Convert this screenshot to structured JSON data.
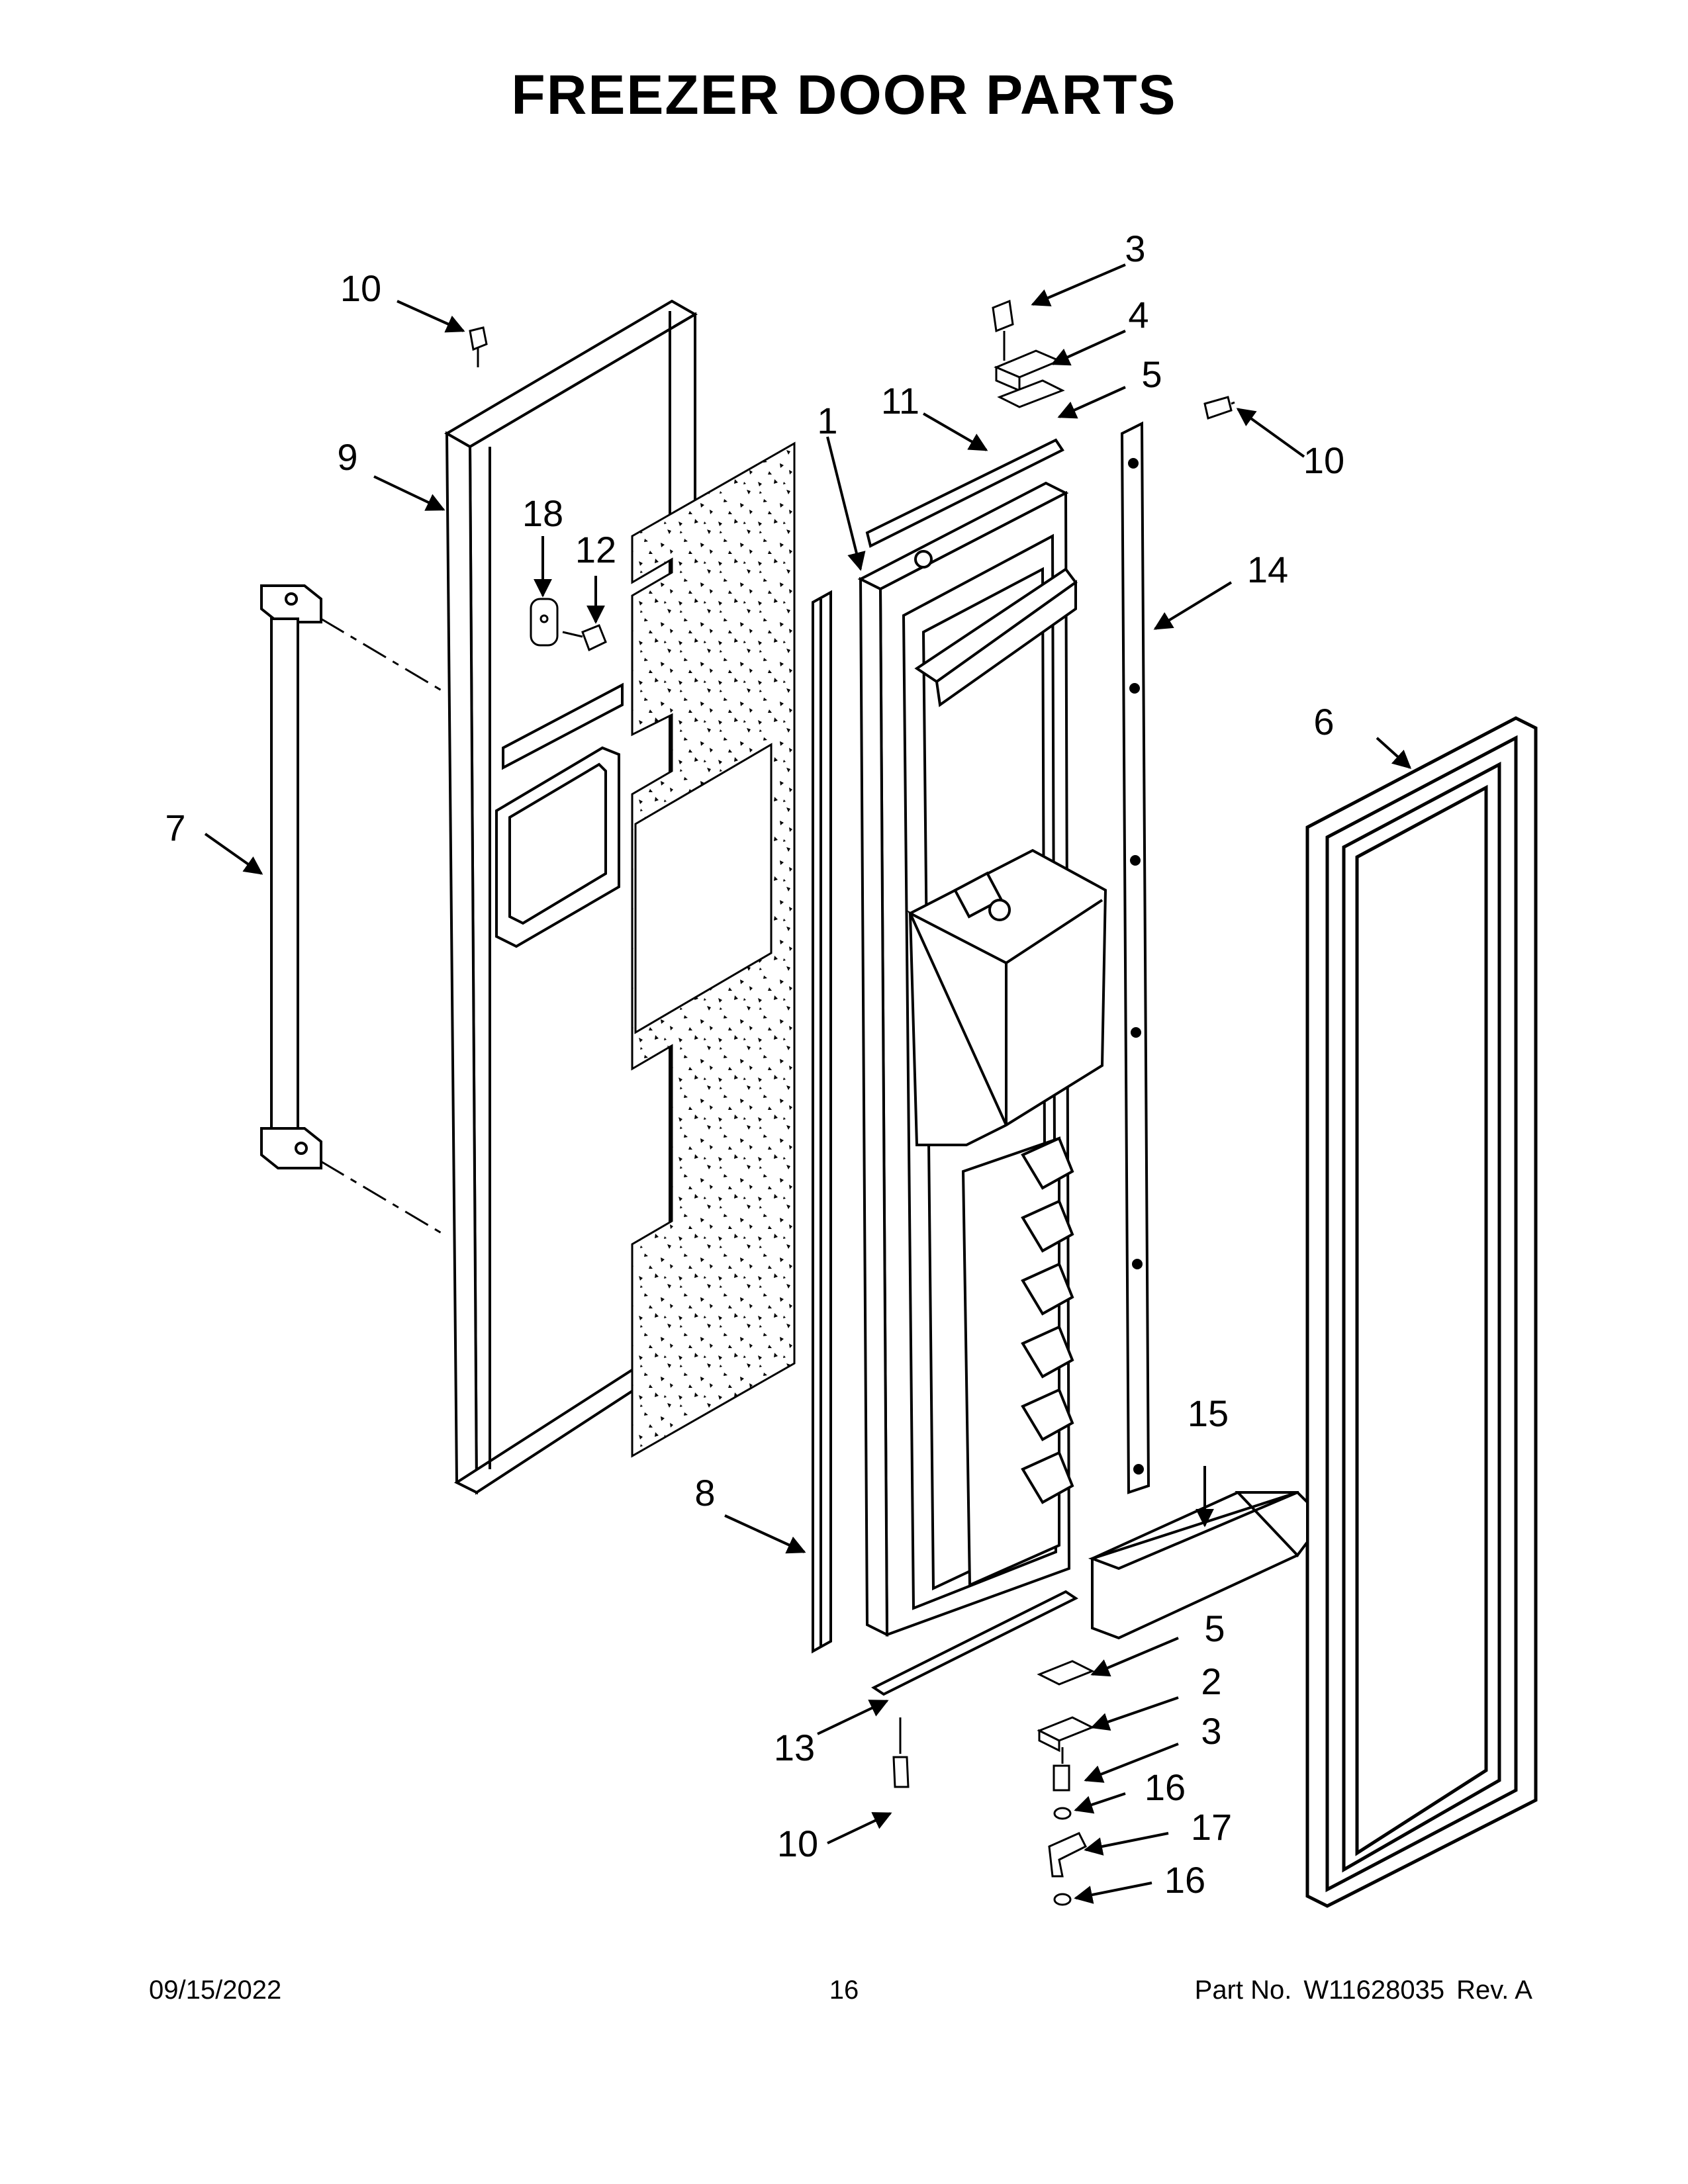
{
  "title": "FREEZER DOOR PARTS",
  "callouts": {
    "c1": "1",
    "c2": "2",
    "c3a": "3",
    "c3b": "3",
    "c4": "4",
    "c5a": "5",
    "c5b": "5",
    "c6": "6",
    "c7": "7",
    "c8": "8",
    "c9": "9",
    "c10a": "10",
    "c10b": "10",
    "c10c": "10",
    "c11": "11",
    "c12": "12",
    "c13": "13",
    "c14": "14",
    "c15": "15",
    "c16a": "16",
    "c16b": "16",
    "c17": "17",
    "c18": "18"
  },
  "footer": {
    "date": "09/15/2022",
    "page": "16",
    "part_label": "Part No.",
    "part_number": "W11628035",
    "rev": "Rev. A"
  }
}
